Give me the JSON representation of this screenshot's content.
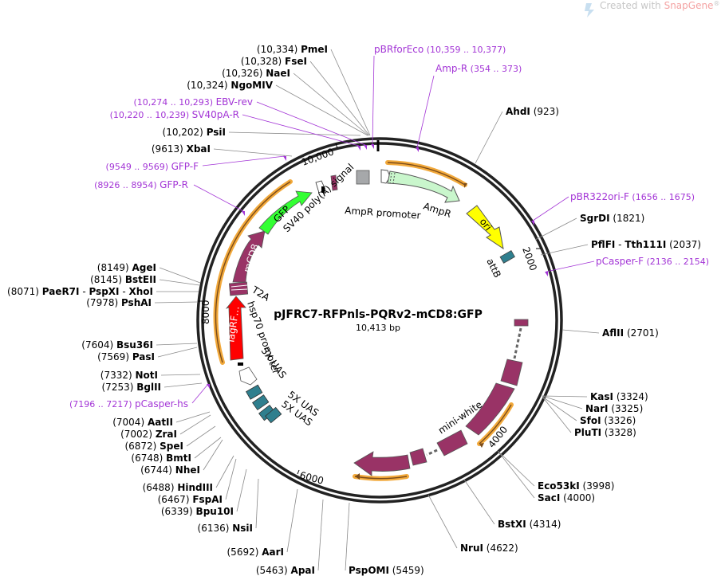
{
  "watermark": {
    "prefix": "Created with ",
    "brand": "SnapGene",
    "mark": "®"
  },
  "map": {
    "name": "pJFRC7-RFPnls-PQRv2-mCD8:GFP",
    "length_label": "10,413 bp",
    "total_bp": 10413
  },
  "ticks": [
    {
      "label": "2000",
      "bp": 2000
    },
    {
      "label": "4000",
      "bp": 4000
    },
    {
      "label": "6000",
      "bp": 6000
    },
    {
      "label": "8000",
      "bp": 8000
    },
    {
      "label": "10,000",
      "bp": 10000
    }
  ],
  "sites": [
    {
      "name": "PmeI",
      "pos": "(10,334)"
    },
    {
      "name": "FseI",
      "pos": "(10,328)"
    },
    {
      "name": "NaeI",
      "pos": "(10,326)"
    },
    {
      "name": "NgoMIV",
      "pos": "(10,324)"
    },
    {
      "name": "PsiI",
      "pos": "(10,202)"
    },
    {
      "name": "XbaI",
      "pos": "(9613)"
    },
    {
      "name": "AgeI",
      "pos": "(8149)"
    },
    {
      "name": "BstEII",
      "pos": "(8145)"
    },
    {
      "name": "PaeR7I",
      "pos": "(8071)",
      "alt": [
        "PspXI",
        "XhoI"
      ]
    },
    {
      "name": "PshAI",
      "pos": "(7978)"
    },
    {
      "name": "Bsu36I",
      "pos": "(7604)"
    },
    {
      "name": "PasI",
      "pos": "(7569)"
    },
    {
      "name": "NotI",
      "pos": "(7332)"
    },
    {
      "name": "BglII",
      "pos": "(7253)"
    },
    {
      "name": "AatII",
      "pos": "(7004)"
    },
    {
      "name": "ZraI",
      "pos": "(7002)"
    },
    {
      "name": "SpeI",
      "pos": "(6872)"
    },
    {
      "name": "BmtI",
      "pos": "(6748)"
    },
    {
      "name": "NheI",
      "pos": "(6744)"
    },
    {
      "name": "HindIII",
      "pos": "(6488)"
    },
    {
      "name": "FspAI",
      "pos": "(6467)"
    },
    {
      "name": "Bpu10I",
      "pos": "(6339)"
    },
    {
      "name": "NsiI",
      "pos": "(6136)"
    },
    {
      "name": "AarI",
      "pos": "(5692)"
    },
    {
      "name": "ApaI",
      "pos": "(5463)"
    },
    {
      "name": "PspOMI",
      "pos": "(5459)"
    },
    {
      "name": "NruI",
      "pos": "(4622)"
    },
    {
      "name": "BstXI",
      "pos": "(4314)"
    },
    {
      "name": "Eco53kI",
      "pos": "(3998)"
    },
    {
      "name": "SacI",
      "pos": "(4000)"
    },
    {
      "name": "KasI",
      "pos": "(3324)"
    },
    {
      "name": "NarI",
      "pos": "(3325)"
    },
    {
      "name": "SfoI",
      "pos": "(3326)"
    },
    {
      "name": "PluTI",
      "pos": "(3328)"
    },
    {
      "name": "AflII",
      "pos": "(2701)"
    },
    {
      "name": "PflFI",
      "pos": "(2037)",
      "alt": [
        "Tth111I"
      ]
    },
    {
      "name": "SgrDI",
      "pos": "(1821)"
    },
    {
      "name": "AhdI",
      "pos": "(923)"
    }
  ],
  "primers": [
    {
      "name": "pBRforEco",
      "range": "(10,359 .. 10,377)"
    },
    {
      "name": "Amp-R",
      "range": "(354 .. 373)"
    },
    {
      "name": "EBV-rev",
      "range": "(10,274 .. 10,293)"
    },
    {
      "name": "SV40pA-R",
      "range": "(10,220 .. 10,239)"
    },
    {
      "name": "GFP-F",
      "range": "(9549 .. 9569)"
    },
    {
      "name": "GFP-R",
      "range": "(8926 .. 8954)"
    },
    {
      "name": "pBR322ori-F",
      "range": "(1656 .. 1675)"
    },
    {
      "name": "pCasper-F",
      "range": "(2136 .. 2154)"
    },
    {
      "name": "pCasper-hs",
      "range": "(7196 .. 7217)"
    }
  ],
  "features": {
    "ampr": "AmpR",
    "ampr_promoter": "AmpR promoter",
    "ori": "ori",
    "attb": "attB",
    "mini_white": "mini-white",
    "gfp": "GFP",
    "mcd8": "mCD8",
    "sv40": "SV40 poly(A) signal",
    "t2a": "T2A",
    "hsp70": "hsp70 promoter",
    "tagrfp": "TagRF…",
    "uas1": "5X UAS",
    "uas2": "5X UAS",
    "uas3": "5X UAS"
  },
  "colors": {
    "ampr": "#c9f6cc",
    "ori": "#ffff00",
    "attb": "#2f7f8e",
    "mini_white": "#993366",
    "gfp": "#33ff33",
    "mcd8": "#993366",
    "tagrfp": "#ff0000",
    "uas": "#2f7f8e",
    "primer": "#a335d6",
    "orf": "#f2a93b"
  }
}
